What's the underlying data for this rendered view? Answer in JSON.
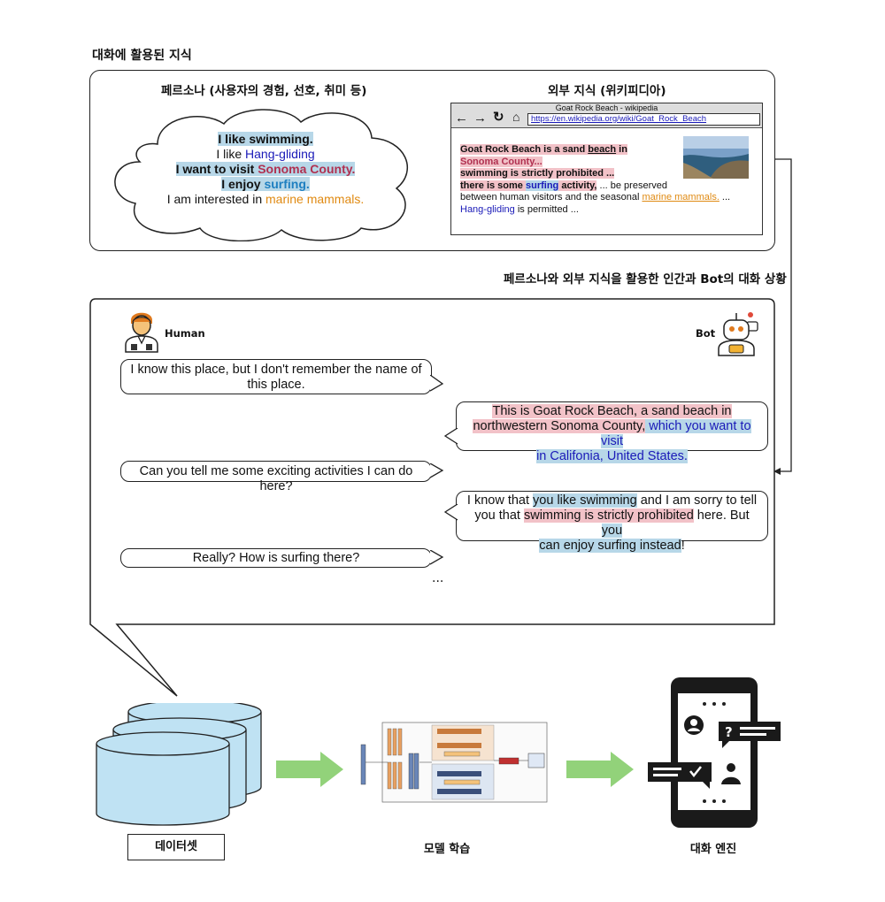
{
  "section_top": {
    "title": "대화에 활용된 지식"
  },
  "persona": {
    "title": "페르소나 (사용자의 경험, 선호, 취미 등)",
    "lines": [
      {
        "pre": "I like swimming.",
        "em": ""
      },
      {
        "pre": "I like ",
        "em": "Hang-gliding"
      },
      {
        "pre": "I want to visit ",
        "em": "Sonoma County."
      },
      {
        "pre": "I enjoy ",
        "em": "surfing."
      },
      {
        "pre": "I am interested in ",
        "em": "marine mammals."
      }
    ]
  },
  "wiki": {
    "title": "외부 지식 (위키피디아)",
    "tab_title": "Goat Rock Beach - wikipedia",
    "url": "https://en.wikipedia.org/wiki/Goat_Rock_Beach",
    "lines": {
      "l1a": "Goat Rock Beach is a sand ",
      "l1b": "beach",
      "l1c": " in",
      "l2": "Sonoma County...",
      "l3": "swimming is strictly prohibited ...",
      "l4a": "there is some ",
      "l4b": "surfing",
      "l4c": " activity,",
      "l4d": " ...  be preserved",
      "l5a": "between human visitors and the seasonal ",
      "l5b": "marine mammals.",
      "l5c": " ...",
      "l6a": "Hang-gliding",
      "l6b": " is permitted ..."
    }
  },
  "dialog": {
    "title": "페르소나와 외부 지식을 활용한 인간과 Bot의 대화 상황",
    "human_label": "Human",
    "bot_label": "Bot",
    "m1": "I know this place, but I don't remember the name of this place.",
    "m2a": "This is Goat Rock Beach, a sand beach in",
    "m2b": "northwestern Sonoma County,",
    "m2c": " which you want to visit",
    "m2d": "in Califonia, United States.",
    "m3": "Can you tell me some exciting activities I can do here?",
    "m4a": "I know that ",
    "m4b": "you like swimming",
    "m4c": " and I am sorry to tell",
    "m4d": "you that ",
    "m4e": "swimming is strictly prohibited",
    "m4f": " here. But ",
    "m4g": "you",
    "m4h": "can enjoy surfing instead",
    "m4i": "!",
    "m5": "Really? How is surfing there?",
    "ellipsis": "..."
  },
  "pipeline": {
    "dataset": "데이터셋",
    "model": "모델 학습",
    "engine": "대화 엔진",
    "arrow_color": "#92d27a",
    "cylinder_color": "#bfe2f3"
  }
}
